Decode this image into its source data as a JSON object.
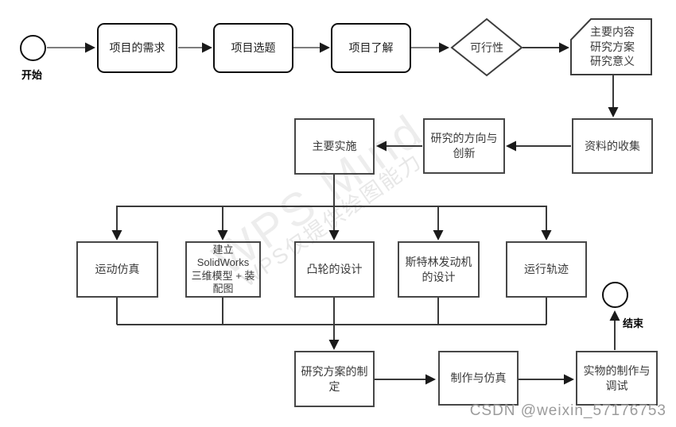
{
  "watermark": {
    "brand": "WPS Mind",
    "notice": "WPS仅提供绘图能力",
    "credit": "CSDN @weixin_57176753"
  },
  "nodes": {
    "start": "开始",
    "need": "项目的需求",
    "topic": "项目选题",
    "understand": "项目了解",
    "feasibility": "可行性",
    "content": "主要内容\n研究方案\n研究意义",
    "collect": "资料的收集",
    "direction": "研究的方向与\n创新",
    "implement": "主要实施",
    "motion": "运动仿真",
    "solidworks": "建立\nSolidWorks\n三维模型 + 装\n配图",
    "cam": "凸轮的设计",
    "stirling": "斯特林发动机\n的设计",
    "track": "运行轨迹",
    "plan": "研究方案的制\n定",
    "make": "制作与仿真",
    "debug": "实物的制作与\n调试",
    "end": "结束"
  },
  "colors": {
    "row1_border": "#0f0f0f",
    "shape_border": "#474747",
    "connector": "#3a3a3a",
    "connector_light": "#7d7d7d",
    "arrowhead": "#1a1a1a"
  }
}
